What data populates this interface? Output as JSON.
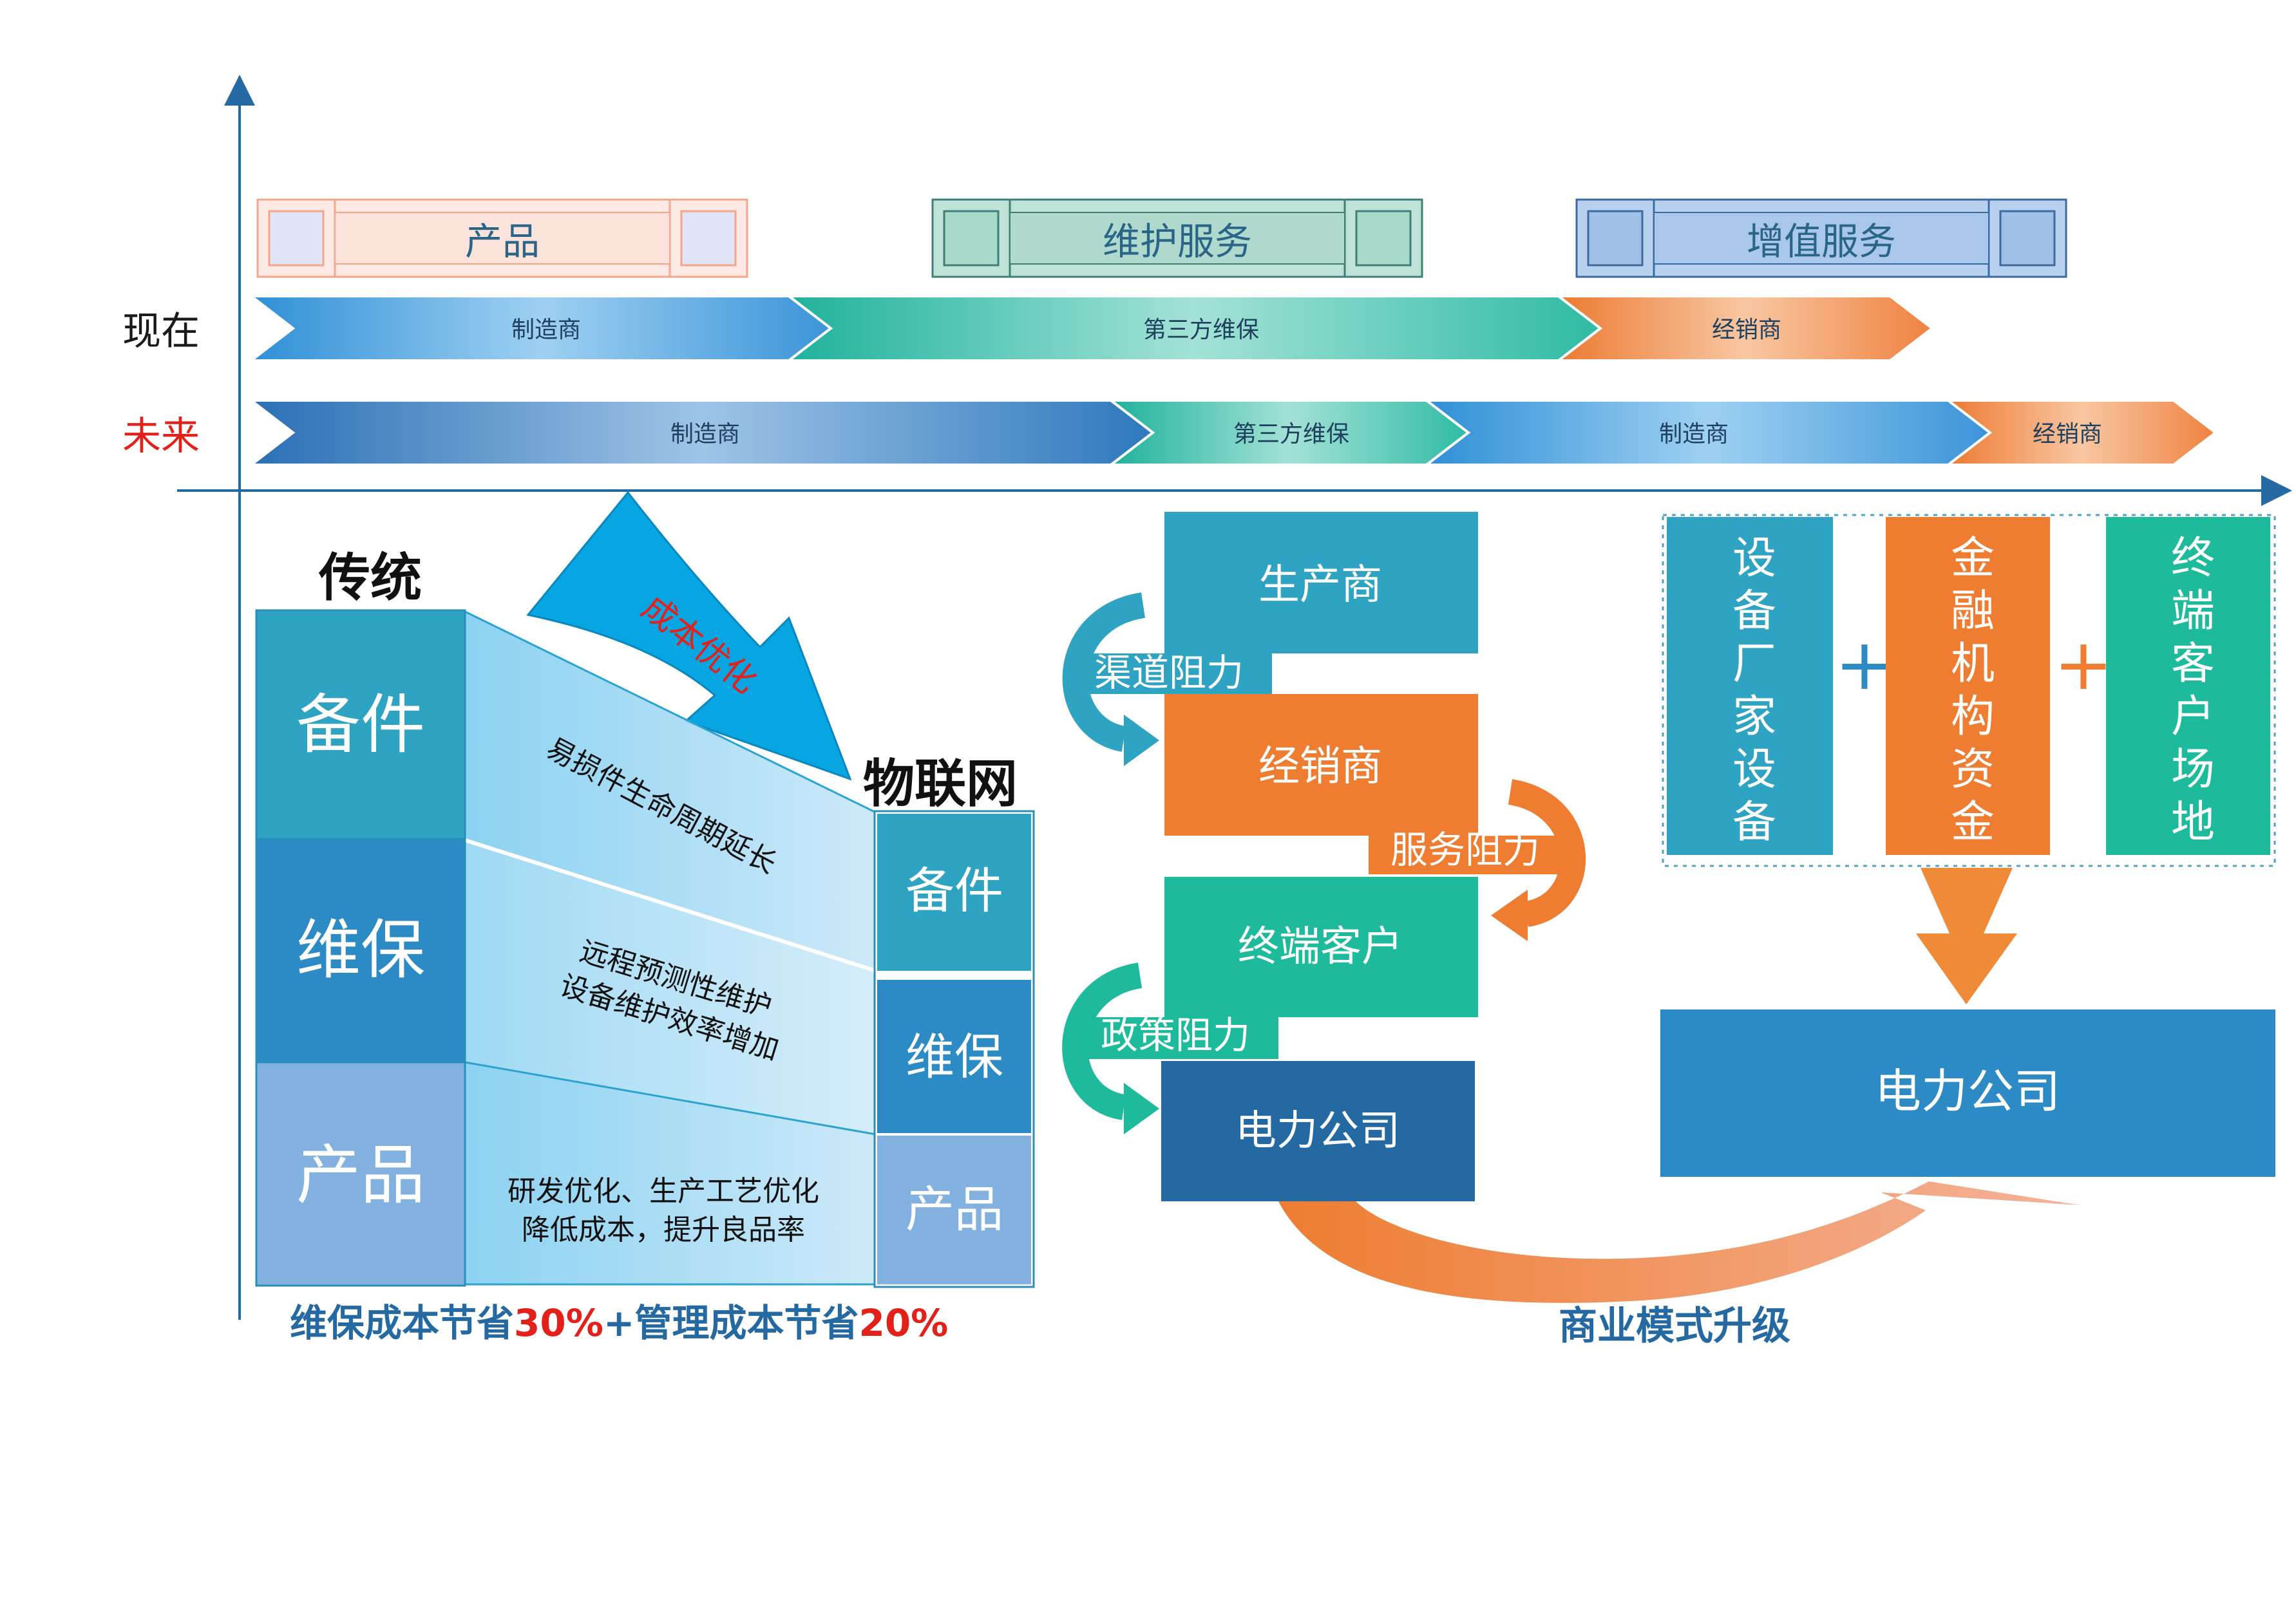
{
  "timeline": {
    "row_now_label": "现在",
    "row_future_label": "未来",
    "headers": [
      {
        "label": "产品",
        "color": "#f4a58a"
      },
      {
        "label": "维护服务",
        "color": "#5fb8a8"
      },
      {
        "label": "增值服务",
        "color": "#5a8fd0"
      }
    ],
    "now": [
      "制造商",
      "第三方维保",
      "经销商"
    ],
    "future": [
      "制造商",
      "第三方维保",
      "制造商",
      "经销商"
    ]
  },
  "cost": {
    "traditional_title": "传统",
    "iot_title": "物联网",
    "arrow_label": "成本优化",
    "traditional_blocks": [
      "备件",
      "维保",
      "产品"
    ],
    "iot_blocks": [
      "备件",
      "维保",
      "产品"
    ],
    "band_texts": [
      "易损件生命周期延长",
      "远程预测性维护",
      "设备维护效率增加",
      "研发优化、生产工艺优化",
      "降低成本，提升良品率"
    ],
    "savings": {
      "part1": "维保成本节省",
      "pct1": "30%",
      "plus": "+",
      "part2": "管理成本节省",
      "pct2": "20%"
    }
  },
  "chain": {
    "nodes": [
      "生产商",
      "经销商",
      "终端客户",
      "电力公司"
    ],
    "resistances": [
      "渠道阻力",
      "服务阻力",
      "政策阻力"
    ]
  },
  "model": {
    "boxes": [
      "设备厂家设备",
      "金融机构资金",
      "终端客户场地"
    ],
    "plus": "+",
    "target": "电力公司",
    "upgrade_label": "商业模式升级"
  },
  "colors": {
    "teal": "#2ea3c2",
    "orange": "#ee7d31",
    "green": "#1dbb9b",
    "navy": "#2469a2",
    "blue": "#2c8ac4",
    "red": "#e32019"
  }
}
